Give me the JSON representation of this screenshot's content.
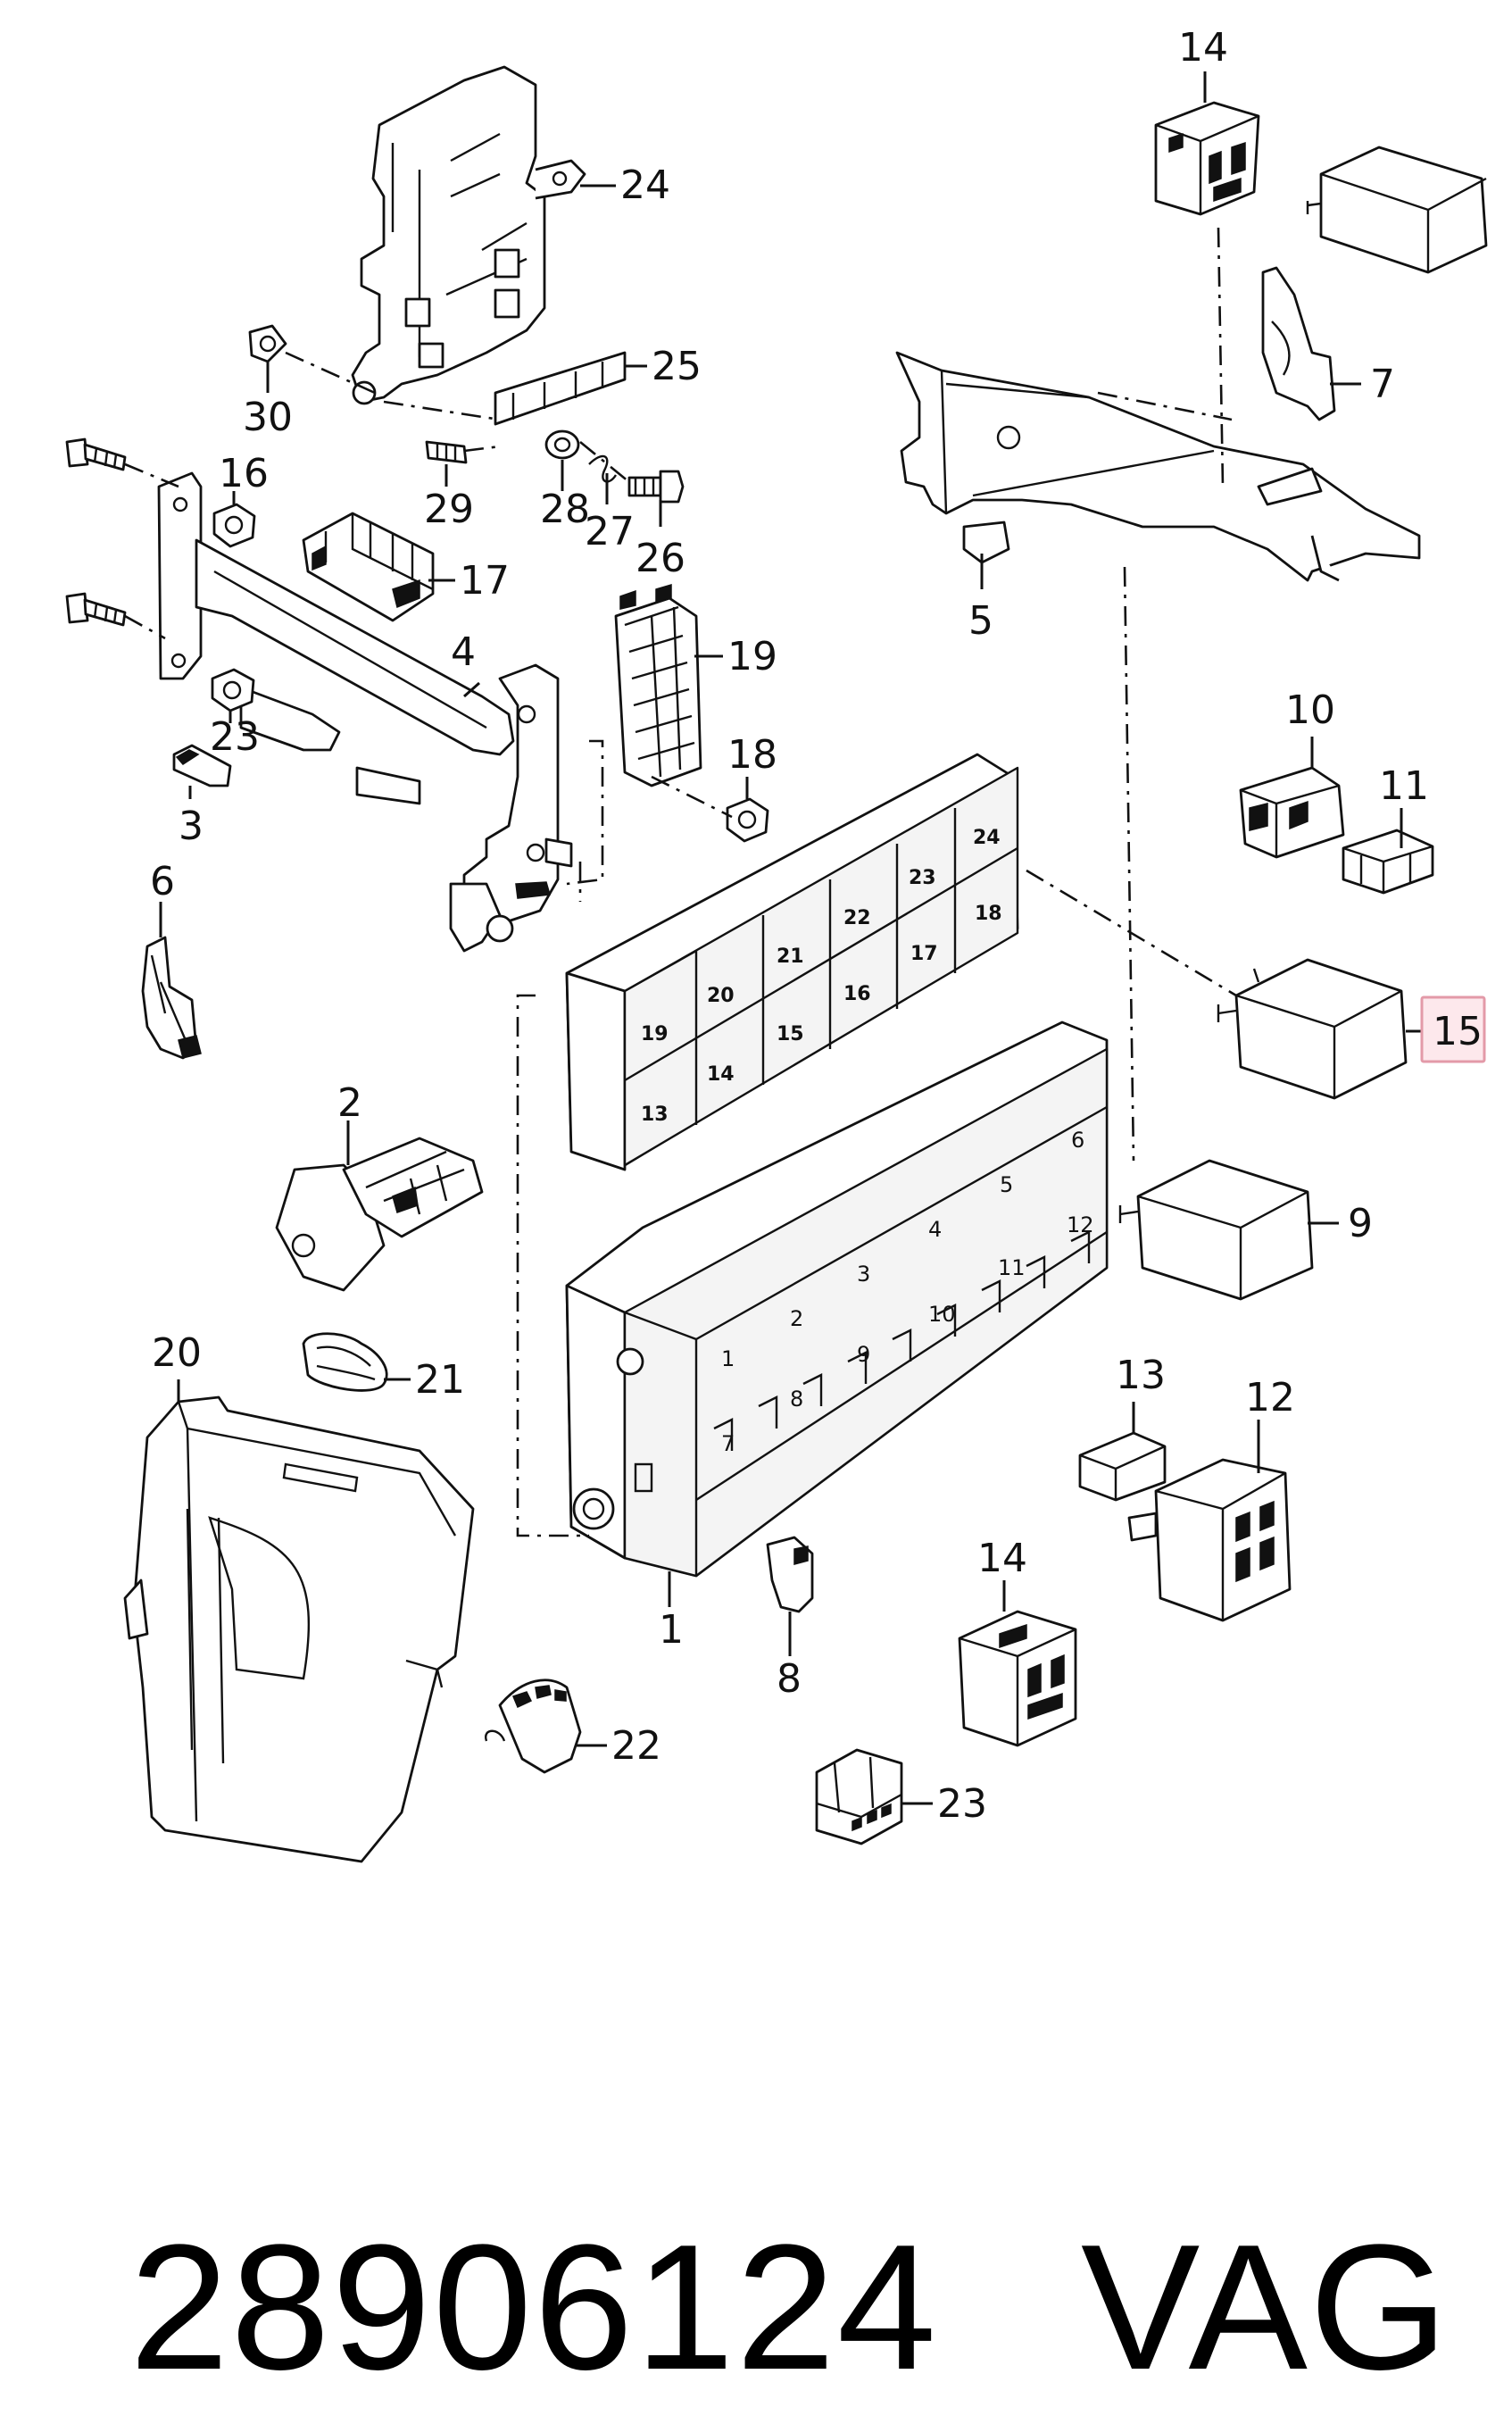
{
  "callouts": [
    "1",
    "2",
    "3",
    "4",
    "5",
    "6",
    "7",
    "8",
    "9",
    "10",
    "11",
    "12",
    "13",
    "14",
    "14",
    "15",
    "16",
    "17",
    "18",
    "19",
    "20",
    "21",
    "22",
    "23",
    "23",
    "24",
    "25",
    "26",
    "27",
    "28",
    "29",
    "30"
  ],
  "relay_slots": [
    "13",
    "14",
    "15",
    "16",
    "17",
    "18",
    "19",
    "20",
    "21",
    "22",
    "23",
    "24"
  ],
  "fuse_slots": [
    "1",
    "2",
    "3",
    "4",
    "5",
    "6",
    "7",
    "8",
    "9",
    "10",
    "11",
    "12"
  ],
  "highlight": {
    "callout": "15",
    "color": "#e39aa8",
    "fill": "#fde8ec"
  },
  "footer": {
    "part_number": "28906124",
    "brand": "VAG"
  }
}
